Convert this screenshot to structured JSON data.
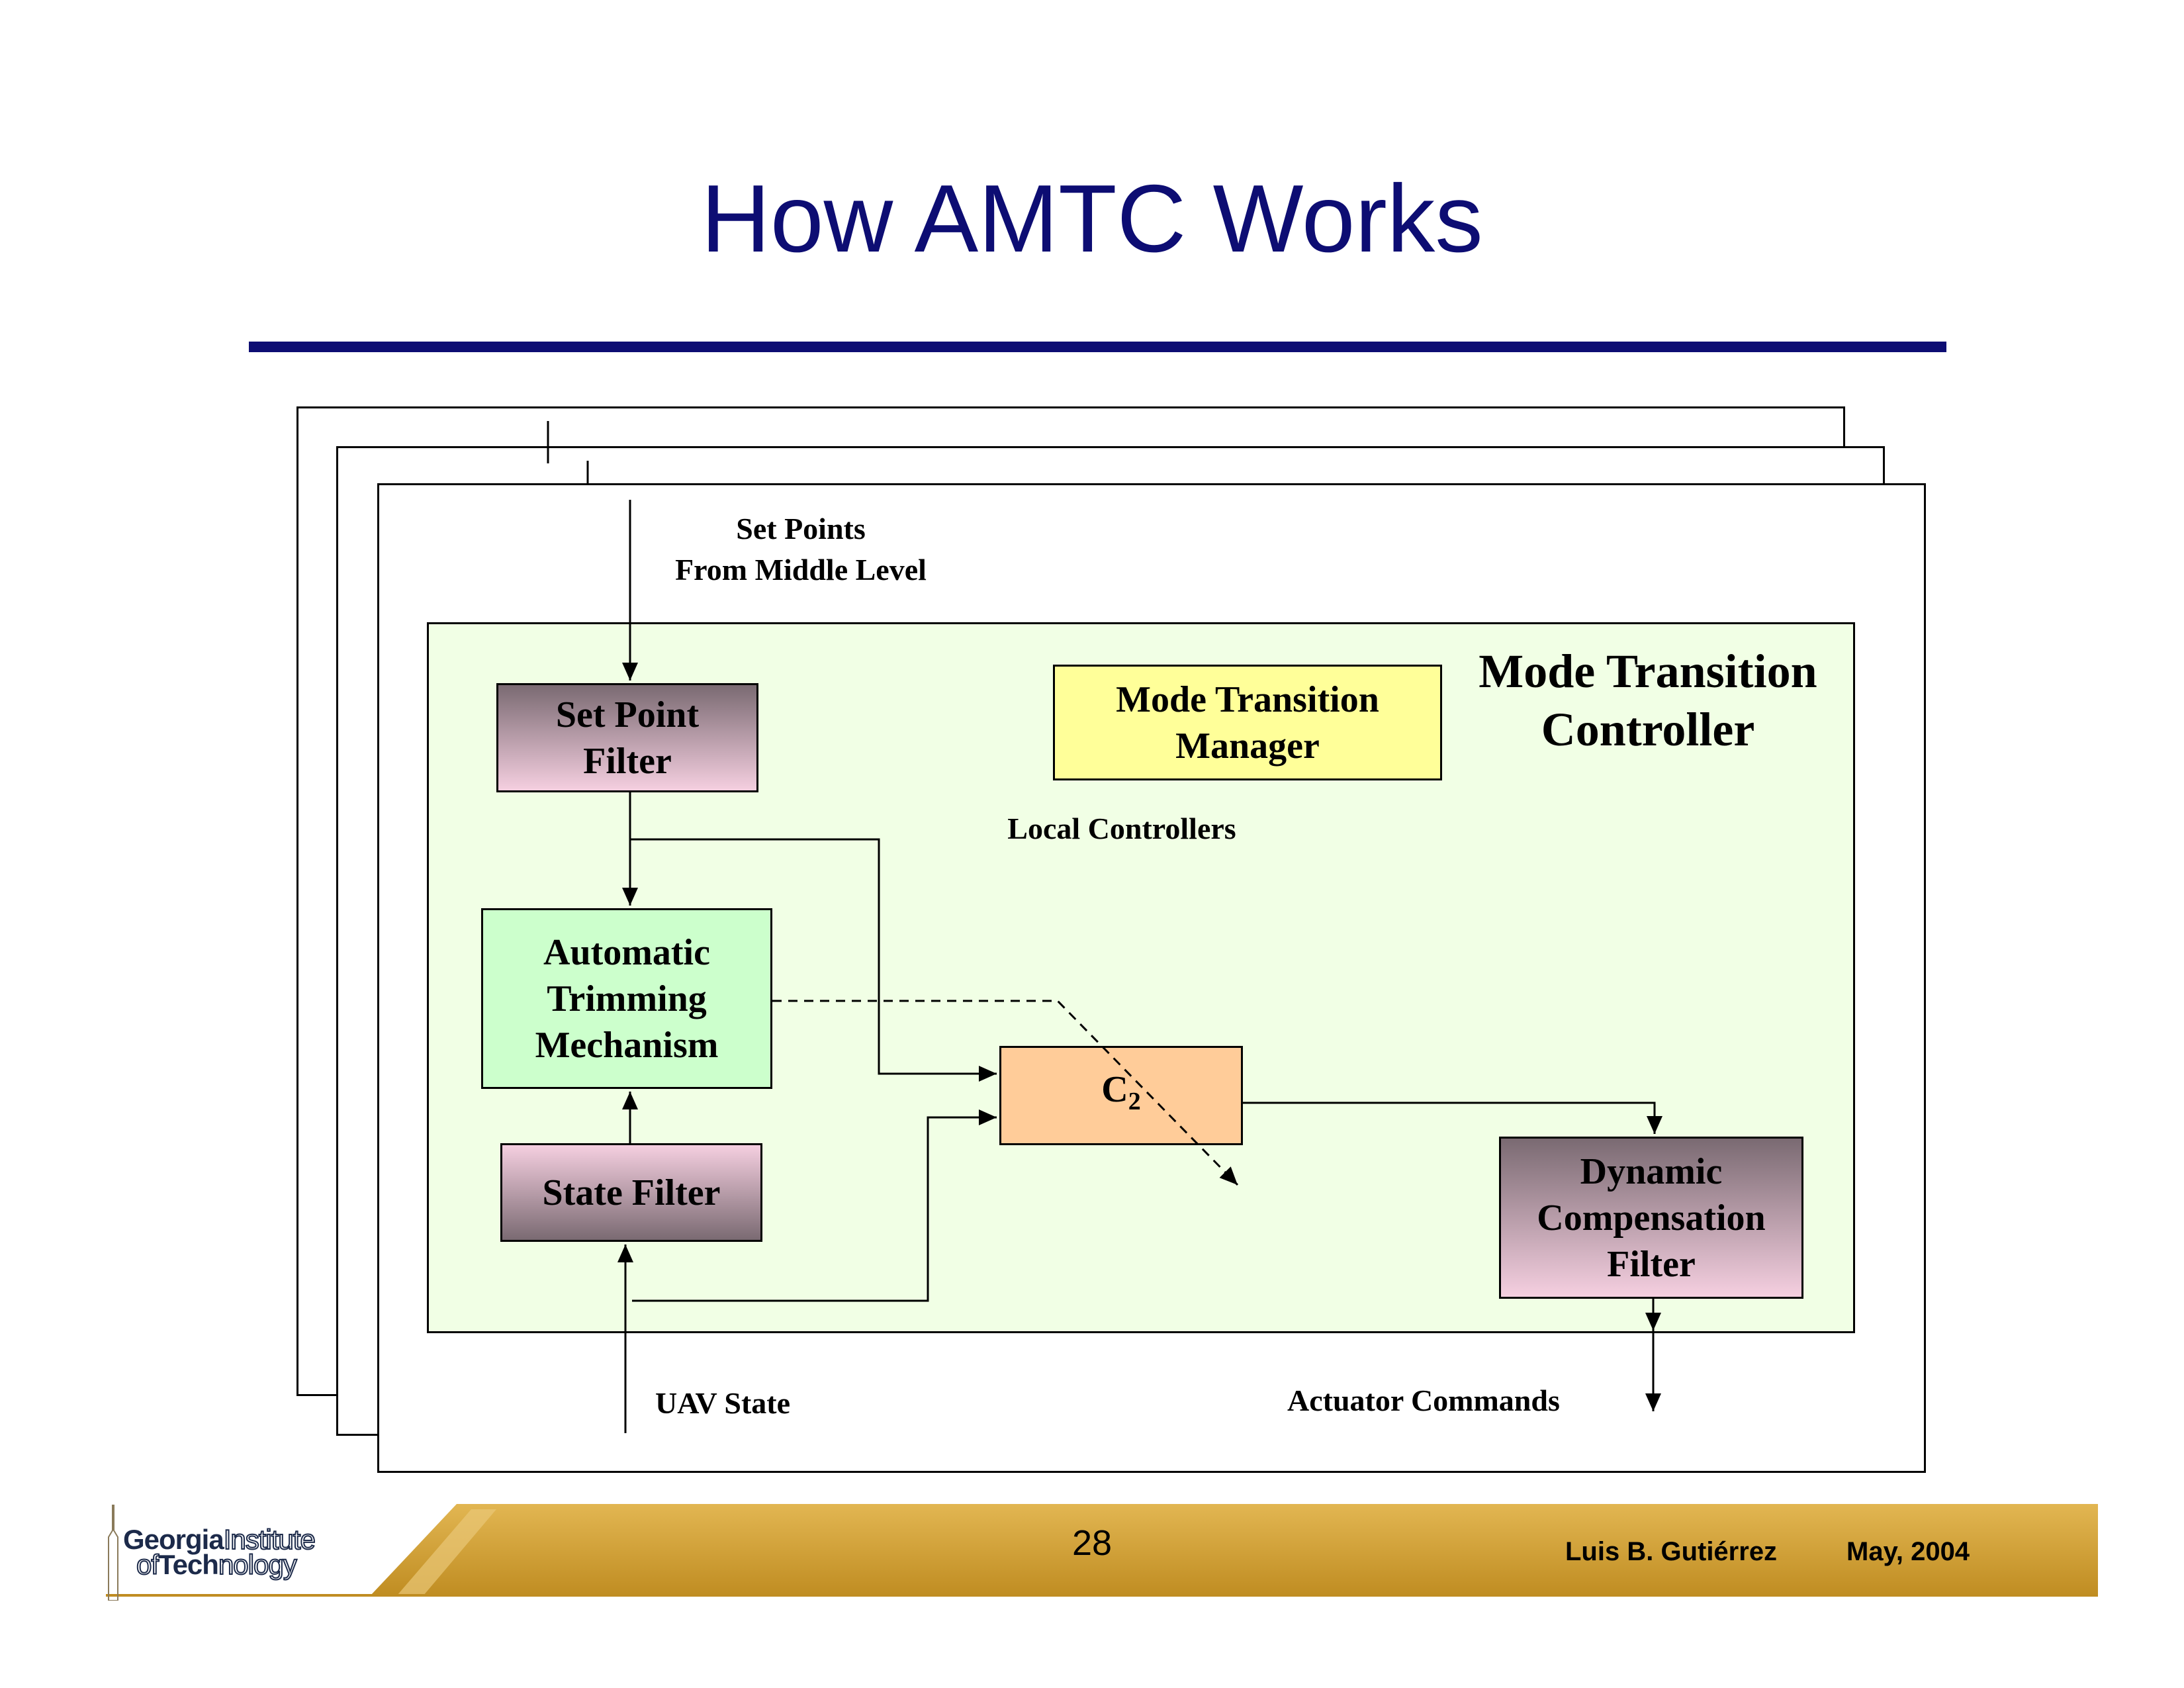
{
  "slide": {
    "title": "How AMTC Works"
  },
  "diagram": {
    "input_label": "Set Points\nFrom Middle Level",
    "controller_title": "Mode Transition\nController",
    "blocks": {
      "set_point_filter": "Set Point\nFilter",
      "mode_transition_manager": "Mode Transition\nManager",
      "automatic_trimming": "Automatic\nTrimming\nMechanism",
      "state_filter": "State Filter",
      "c2_main": "C",
      "c2_sub": "2",
      "dynamic_compensation": "Dynamic\nCompensation\nFilter"
    },
    "local_controllers_label": "Local Controllers",
    "uav_state_label": "UAV State",
    "actuator_label": "Actuator Commands",
    "colors": {
      "title": "#0d0d73",
      "controller_bg": "#f1ffe5",
      "manager_fill": "#ffff99",
      "trimming_fill": "#ccffcc",
      "c2_fill": "#ffcc99",
      "gradient_dark": "#7a6a72",
      "gradient_light": "#f5cfe0",
      "footer_gold": "#c99b2e"
    }
  },
  "footer": {
    "page_number": "28",
    "author": "Luis B. Gutiérrez",
    "date": "May, 2004",
    "logo_line1_bold": "Georgia",
    "logo_line1_light": "Institute",
    "logo_line2_light_a": "of",
    "logo_line2_bold": "Tech",
    "logo_line2_light_b": "nology"
  }
}
